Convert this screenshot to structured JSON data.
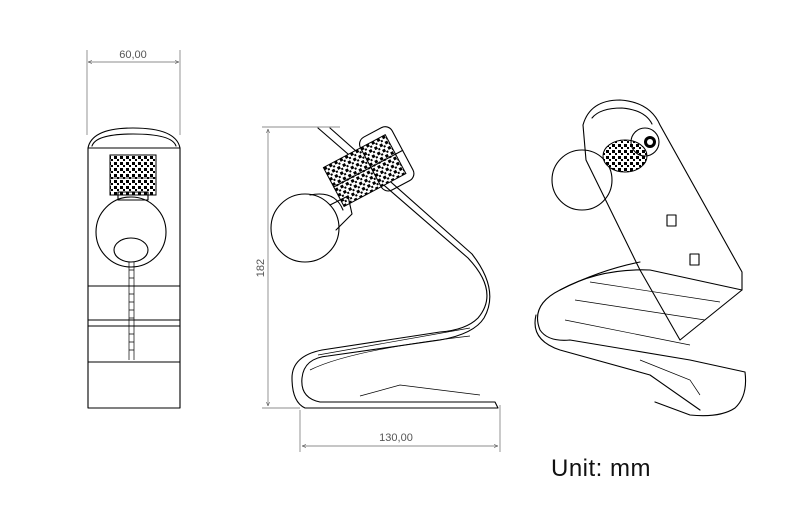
{
  "dimensions": {
    "front_width": "60,00",
    "side_height": "182",
    "side_base_length": "130,00"
  },
  "unit_label": "Unit: mm"
}
